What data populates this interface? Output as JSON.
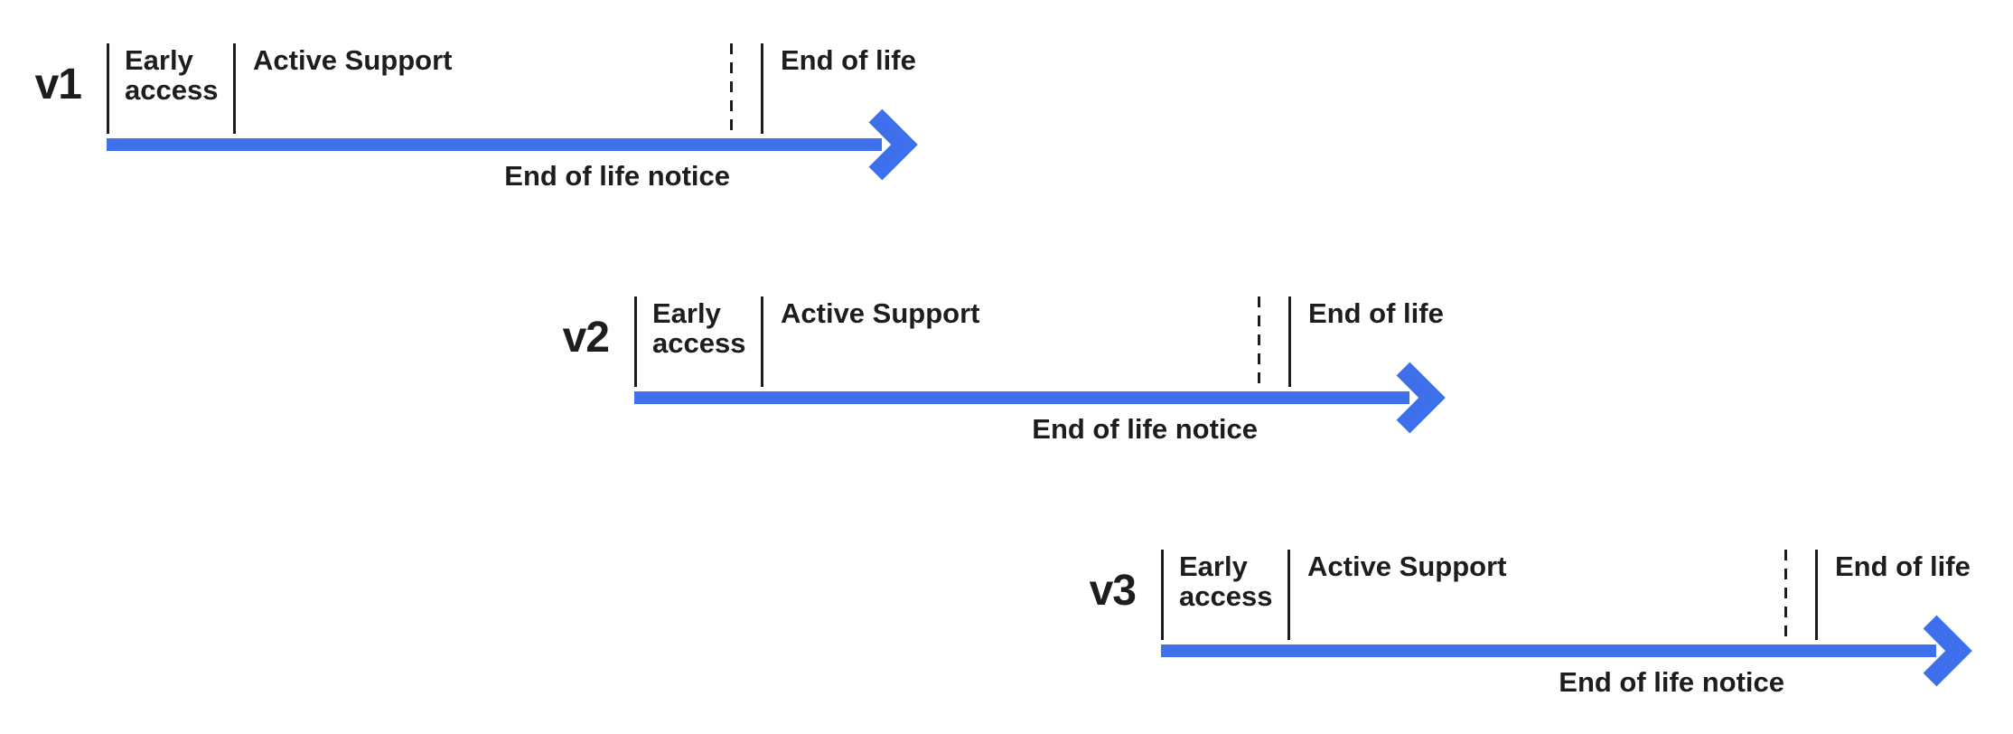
{
  "diagram": {
    "type": "release-lifecycle-timeline",
    "colors": {
      "accent_blue": "#3E70EB",
      "ink": "#1D1D1F",
      "background": "#FFFFFF"
    },
    "timelines": [
      {
        "version": "v1",
        "labels": {
          "early_access": "Early access",
          "active_support": "Active Support",
          "end_of_life": "End of life",
          "end_of_life_notice": "End of life notice"
        }
      },
      {
        "version": "v2",
        "labels": {
          "early_access": "Early access",
          "active_support": "Active Support",
          "end_of_life": "End of life",
          "end_of_life_notice": "End of life notice"
        }
      },
      {
        "version": "v3",
        "labels": {
          "early_access": "Early access",
          "active_support": "Active Support",
          "end_of_life": "End of life",
          "end_of_life_notice": "End of life notice"
        }
      }
    ]
  }
}
